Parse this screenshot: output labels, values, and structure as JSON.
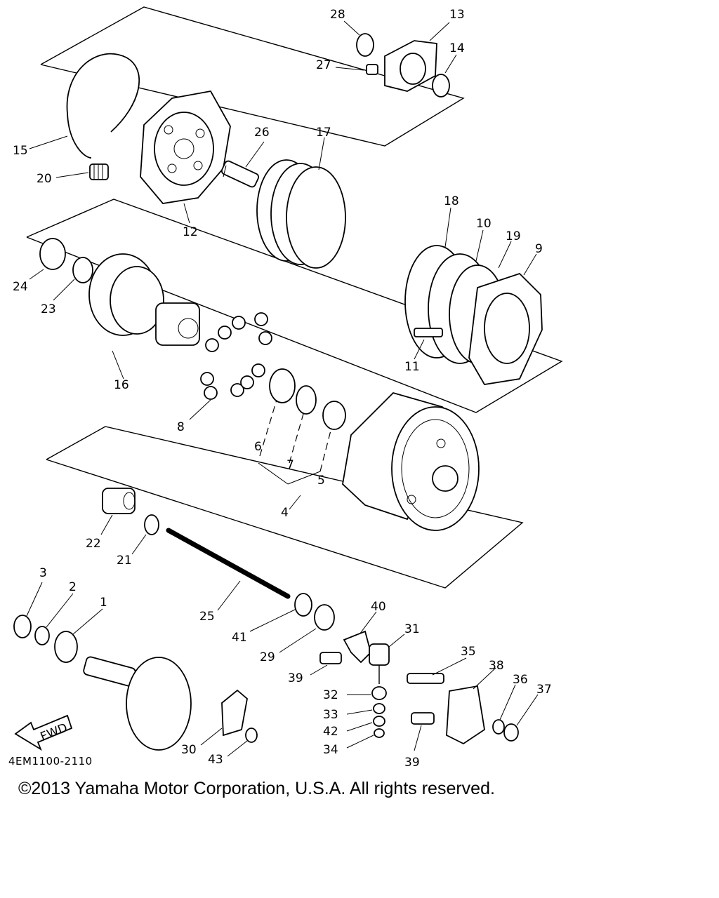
{
  "diagram": {
    "labels": {
      "p1": "1",
      "p2": "2",
      "p3": "3",
      "p4": "4",
      "p5": "5",
      "p6": "6",
      "p7": "7",
      "p8": "8",
      "p9": "9",
      "p10": "10",
      "p11": "11",
      "p12": "12",
      "p13": "13",
      "p14": "14",
      "p15": "15",
      "p16": "16",
      "p17": "17",
      "p18": "18",
      "p19": "19",
      "p20": "20",
      "p21": "21",
      "p22": "22",
      "p23": "23",
      "p24": "24",
      "p25": "25",
      "p26": "26",
      "p27": "27",
      "p28": "28",
      "p29": "29",
      "p30": "30",
      "p31": "31",
      "p32": "32",
      "p33": "33",
      "p34": "34",
      "p35": "35",
      "p36": "36",
      "p37": "37",
      "p38": "38",
      "p39a": "39",
      "p39b": "39",
      "p40": "40",
      "p41": "41",
      "p42": "42",
      "p43": "43"
    },
    "fwd": "FWD",
    "code": "4EM1100-2110"
  },
  "footer": {
    "copyright": "©2013 Yamaha Motor Corporation, U.S.A. All rights reserved."
  }
}
